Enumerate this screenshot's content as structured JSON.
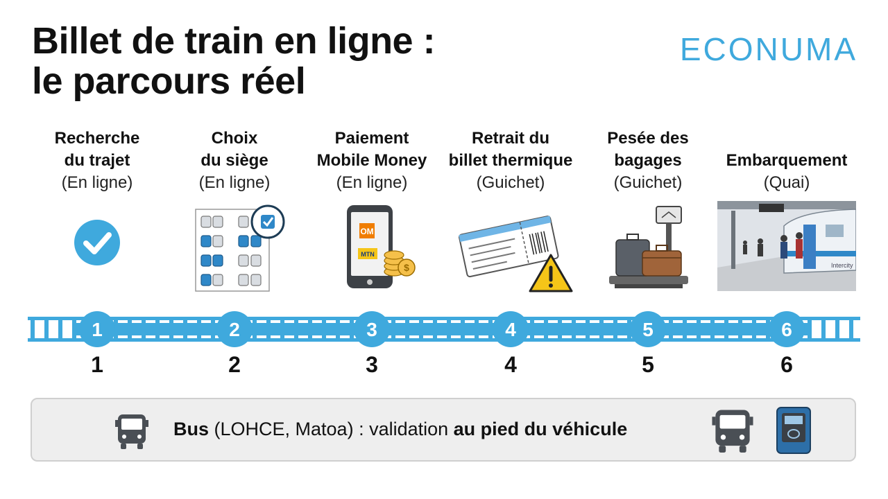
{
  "title": {
    "line1": "Billet de train en ligne :",
    "line2": "le parcours réel"
  },
  "brand": "ECONUMA",
  "colors": {
    "accent": "#3fa9dd",
    "box": "#eeeeee",
    "warning": "#f5c518"
  },
  "steps": [
    {
      "number": "1",
      "label": "Recherche\ndu trajet",
      "place": "(En ligne)",
      "icon": "check-circle-icon"
    },
    {
      "number": "2",
      "label": "Choix\ndu siège",
      "place": "(En ligne)",
      "icon": "seat-map-icon"
    },
    {
      "number": "3",
      "label": "Paiement\nMobile Money",
      "place": "(En ligne)",
      "icon": "mobile-payment-icon"
    },
    {
      "number": "4",
      "label": "Retrait du\nbillet thermique",
      "place": "(Guichet)",
      "icon": "thermal-ticket-warning-icon"
    },
    {
      "number": "5",
      "label": "Pesée des\nbagages",
      "place": "(Guichet)",
      "icon": "luggage-scale-icon"
    },
    {
      "number": "6",
      "label": "Embarquement",
      "place": "(Quai)",
      "icon": "train-platform-icon"
    }
  ],
  "payment_logos": {
    "orange": "OM",
    "mtn": "MTN"
  },
  "train_text": "Intercity",
  "bus_note": {
    "part1": "Bus",
    "part2": " (LOHCE, Matoa) : validation ",
    "part3": "au pied du véhicule",
    "icons": [
      "bus-icon",
      "bus-icon",
      "card-validator-icon"
    ]
  }
}
